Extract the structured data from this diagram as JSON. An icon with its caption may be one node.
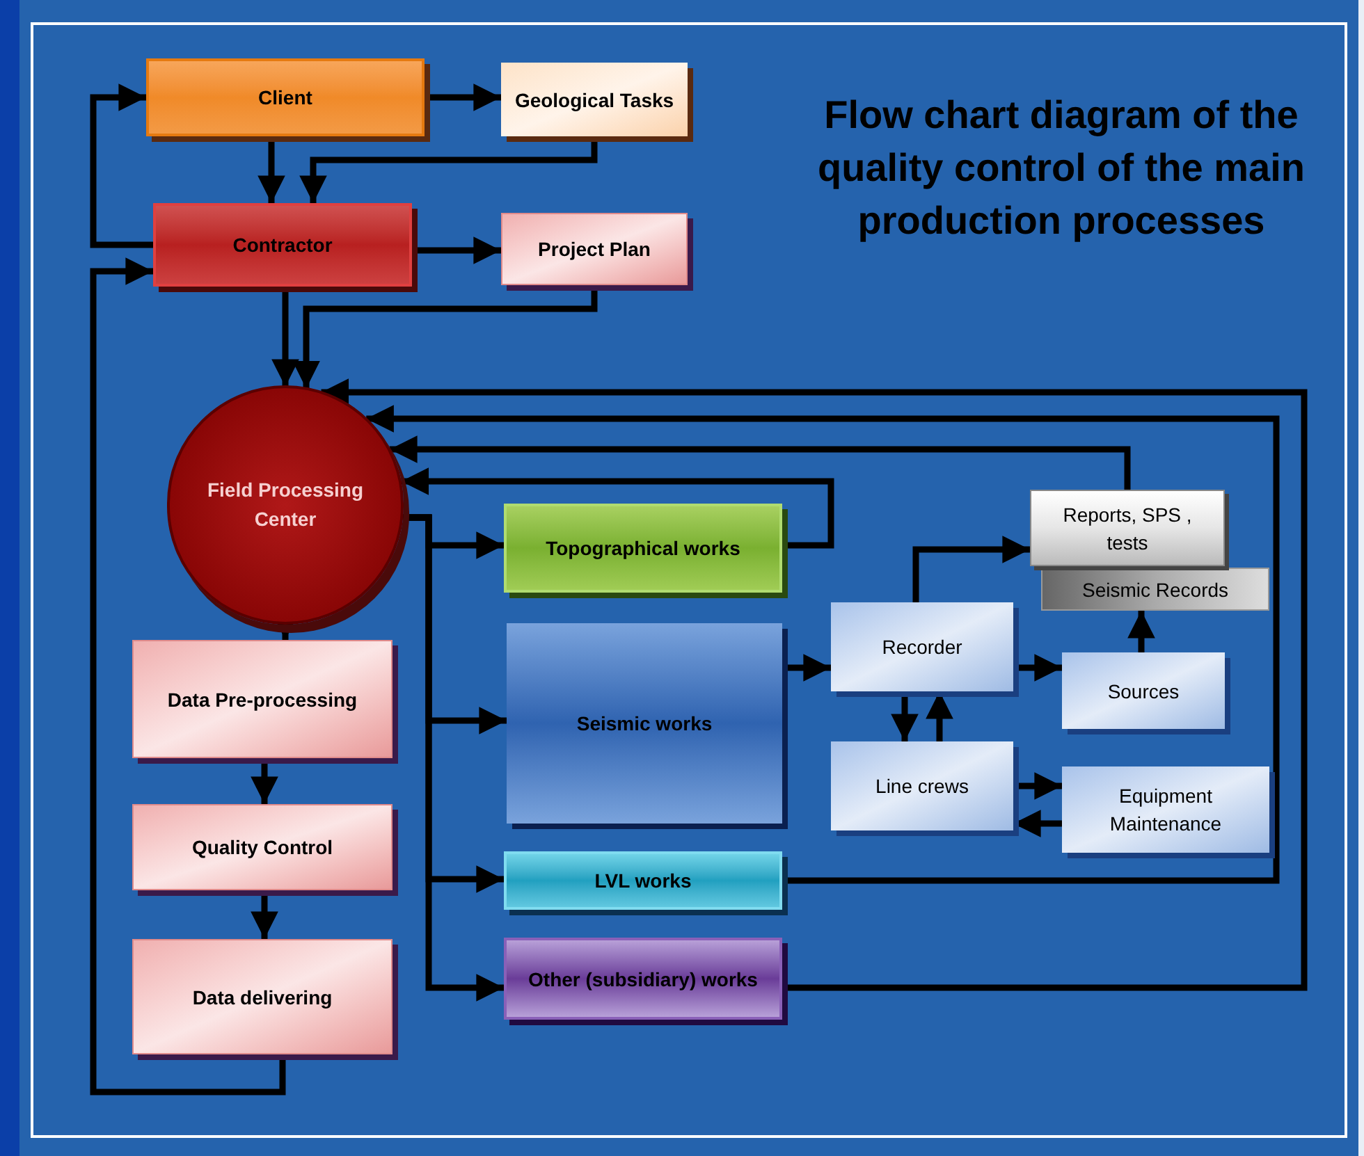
{
  "diagram": {
    "title": "Flow chart diagram of the quality control of the main production processes",
    "nodes": [
      {
        "text": [
          "Client"
        ]
      },
      {
        "text": [
          "Geological Tasks"
        ]
      },
      {
        "text": [
          "Contractor"
        ]
      },
      {
        "text": [
          "Project Plan"
        ]
      },
      {
        "text": [
          "Field Processing Center"
        ]
      },
      {
        "text": [
          "Topographical works"
        ]
      },
      {
        "text": [
          "Seismic works"
        ]
      },
      {
        "text": [
          "LVL works"
        ]
      },
      {
        "text": [
          "Other (subsidiary) works"
        ]
      },
      {
        "text": [
          "Data Pre-processing"
        ]
      },
      {
        "text": [
          "Quality Control"
        ]
      },
      {
        "text": [
          "Data delivering"
        ]
      },
      {
        "text": [
          "Recorder"
        ]
      },
      {
        "text": [
          "Line crews"
        ]
      },
      {
        "text": [
          "Sources"
        ]
      },
      {
        "text": [
          "Equipment Maintenance"
        ]
      },
      {
        "text": [
          "Seismic Records"
        ]
      },
      {
        "text": [
          "Reports, SPS , tests"
        ]
      }
    ],
    "edges": [
      {
        "from": 0,
        "to": 1,
        "arrow": "to"
      },
      {
        "from": 1,
        "to": 2,
        "arrow": "to"
      },
      {
        "from": 0,
        "to": 2,
        "arrow": "to"
      },
      {
        "from": 2,
        "to": 0,
        "arrow": "to"
      },
      {
        "from": 2,
        "to": 3,
        "arrow": "to"
      },
      {
        "from": 3,
        "to": 4,
        "arrow": "to"
      },
      {
        "from": 2,
        "to": 4,
        "arrow": "to"
      },
      {
        "from": 11,
        "to": 2,
        "arrow": "to"
      },
      {
        "from": 4,
        "to": 5,
        "arrow": "to"
      },
      {
        "from": 4,
        "to": 6,
        "arrow": "to"
      },
      {
        "from": 4,
        "to": 7,
        "arrow": "to"
      },
      {
        "from": 4,
        "to": 8,
        "arrow": "to"
      },
      {
        "from": 4,
        "to": 9,
        "arrow": "to"
      },
      {
        "from": 9,
        "to": 10,
        "arrow": "to"
      },
      {
        "from": 10,
        "to": 11,
        "arrow": "to"
      },
      {
        "from": 5,
        "to": 4,
        "arrow": "to"
      },
      {
        "from": 17,
        "to": 4,
        "arrow": "to"
      },
      {
        "from": 7,
        "to": 4,
        "arrow": "to"
      },
      {
        "from": 8,
        "to": 4,
        "arrow": "to"
      },
      {
        "from": 6,
        "to": 12,
        "arrow": "to"
      },
      {
        "from": 12,
        "to": 17,
        "arrow": "to"
      },
      {
        "from": 12,
        "to": 14,
        "arrow": "to"
      },
      {
        "from": 14,
        "to": 16,
        "arrow": "to"
      },
      {
        "from": 12,
        "to": 13,
        "arrow": "to"
      },
      {
        "from": 13,
        "to": 12,
        "arrow": "to"
      },
      {
        "from": 13,
        "to": 15,
        "arrow": "to"
      },
      {
        "from": 15,
        "to": 13,
        "arrow": "to"
      }
    ]
  }
}
